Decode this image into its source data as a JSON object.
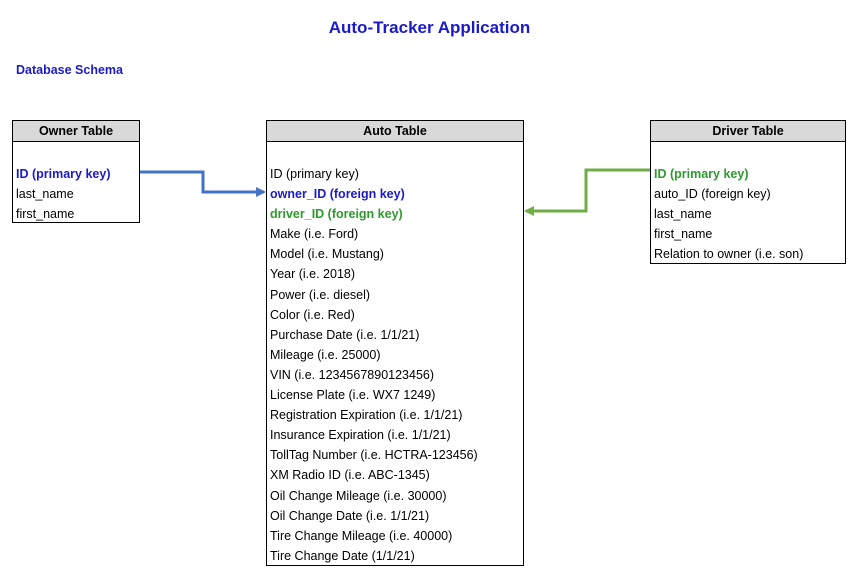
{
  "title": "Auto-Tracker Application",
  "subtitle": "Database Schema",
  "colors": {
    "title": "#1a1acc",
    "owner_link": "#4472c4",
    "driver_link": "#70ad47",
    "owner_fk_text": "#1a1acc",
    "driver_fk_text": "#2e9a2e"
  },
  "owner_table": {
    "header": "Owner Table",
    "fields": [
      {
        "text": "ID (primary key)",
        "kind": "pk-owner"
      },
      {
        "text": "last_name",
        "kind": "plain"
      },
      {
        "text": "first_name",
        "kind": "plain"
      }
    ]
  },
  "auto_table": {
    "header": "Auto Table",
    "fields": [
      {
        "text": "ID (primary key)",
        "kind": "plain"
      },
      {
        "text": "owner_ID (foreign key)",
        "kind": "fk-owner"
      },
      {
        "text": "driver_ID (foreign key)",
        "kind": "fk-driver"
      },
      {
        "text": "Make (i.e. Ford)",
        "kind": "plain"
      },
      {
        "text": "Model (i.e. Mustang)",
        "kind": "plain"
      },
      {
        "text": "Year (i.e. 2018)",
        "kind": "plain"
      },
      {
        "text": "Power (i.e. diesel)",
        "kind": "plain"
      },
      {
        "text": "Color (i.e. Red)",
        "kind": "plain"
      },
      {
        "text": "Purchase Date (i.e. 1/1/21)",
        "kind": "plain"
      },
      {
        "text": "Mileage (i.e. 25000)",
        "kind": "plain"
      },
      {
        "text": "VIN (i.e. 1234567890123456)",
        "kind": "plain"
      },
      {
        "text": "License Plate (i.e. WX7 1249)",
        "kind": "plain"
      },
      {
        "text": "Registration Expiration (i.e. 1/1/21)",
        "kind": "plain"
      },
      {
        "text": "Insurance Expiration (i.e. 1/1/21)",
        "kind": "plain"
      },
      {
        "text": "TollTag Number (i.e. HCTRA-123456)",
        "kind": "plain"
      },
      {
        "text": "XM Radio ID (i.e. ABC-1345)",
        "kind": "plain"
      },
      {
        "text": "Oil Change Mileage (i.e. 30000)",
        "kind": "plain"
      },
      {
        "text": "Oil Change Date (i.e. 1/1/21)",
        "kind": "plain"
      },
      {
        "text": "Tire Change Mileage (i.e. 40000)",
        "kind": "plain"
      },
      {
        "text": "Tire Change Date (1/1/21)",
        "kind": "plain"
      }
    ]
  },
  "driver_table": {
    "header": "Driver Table",
    "fields": [
      {
        "text": "ID (primary key)",
        "kind": "pk-driver"
      },
      {
        "text": "auto_ID (foreign key)",
        "kind": "plain"
      },
      {
        "text": "last_name",
        "kind": "plain"
      },
      {
        "text": "first_name",
        "kind": "plain"
      },
      {
        "text": "Relation to owner (i.e. son)",
        "kind": "plain"
      }
    ]
  }
}
